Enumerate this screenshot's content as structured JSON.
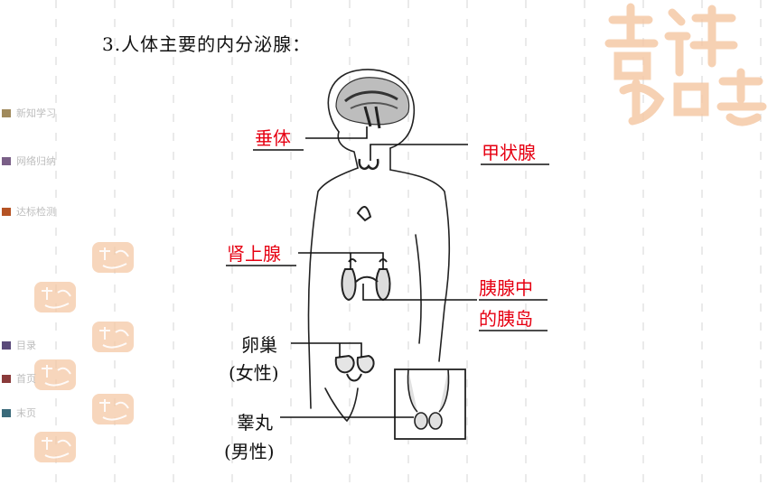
{
  "slide": {
    "title": "3.人体主要的内分泌腺："
  },
  "nav": {
    "items": [
      {
        "label": "新知学习",
        "color": "#a08a5c"
      },
      {
        "label": "网络归纳",
        "color": "#7a5f87"
      },
      {
        "label": "达标检测",
        "color": "#b55324"
      }
    ],
    "bottom": [
      {
        "label": "目录",
        "color": "#5a4a7a"
      },
      {
        "label": "首页",
        "color": "#8a3a3a"
      },
      {
        "label": "末页",
        "color": "#3a6a7a"
      }
    ]
  },
  "diagram": {
    "pituitary": "垂体",
    "thyroid": "甲状腺",
    "adrenal": "肾上腺",
    "pancreas_line1": "胰腺中",
    "pancreas_line2": "的胰岛",
    "ovary_line1": "卵巢",
    "ovary_line2": "(女性)",
    "testis_line1": "睾丸",
    "testis_line2": "(男性)"
  },
  "colors": {
    "label_red": "#e60012",
    "watermark": "#f5c9a6"
  }
}
